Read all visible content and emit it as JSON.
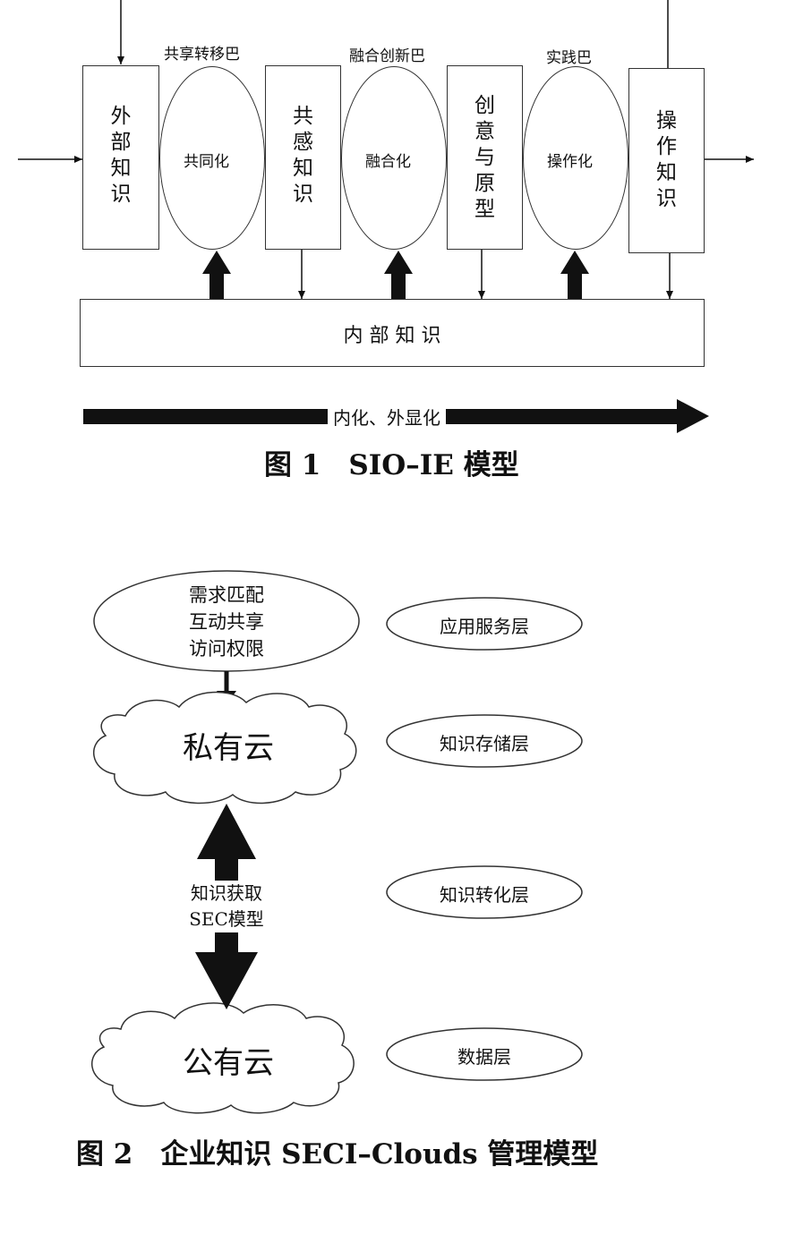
{
  "figure1": {
    "boxes": {
      "external": "外\n部\n知\n识",
      "empathy": "共\n感\n知\n识",
      "creative": "创\n意\n与\n原\n型",
      "operational": "操\n作\n知\n识"
    },
    "ba_labels": {
      "sharing": "共享转移巴",
      "fusion": "融合创新巴",
      "practice": "实践巴"
    },
    "process_labels": {
      "socialization": "共同化",
      "fusion": "融合化",
      "operation": "操作化"
    },
    "internal_box": "内 部 知 识",
    "flow_label": "内化、外显化",
    "caption": "图 1　SIO–IE 模型"
  },
  "figure2": {
    "app_ellipse": "需求匹配\n互动共享\n访问权限",
    "private_cloud": "私有云",
    "public_cloud": "公有云",
    "middle_label": "知识获取\nSEC模型",
    "layers": [
      "应用服务层",
      "知识存储层",
      "知识转化层",
      "数据层"
    ],
    "caption": "图 2　企业知识 SECI–Clouds 管理模型"
  }
}
